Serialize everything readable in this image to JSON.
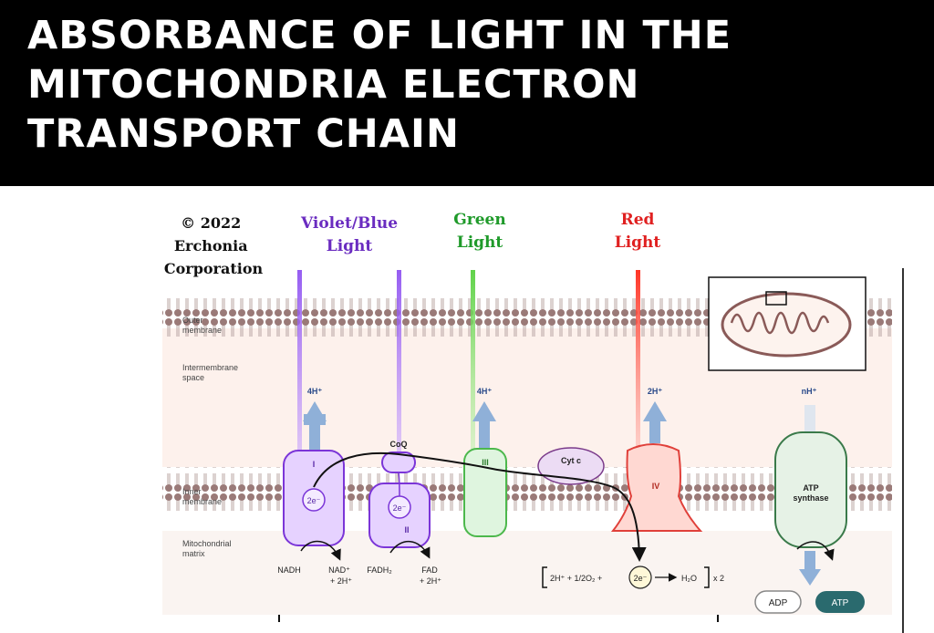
{
  "title": "ABSORBANCE OF LIGHT IN THE MITOCHONDRIA ELECTRON TRANSPORT CHAIN",
  "copyright": [
    "© 2022",
    "Erchonia",
    "Corporation"
  ],
  "lights": [
    {
      "lines": [
        "Violet/Blue",
        "Light"
      ],
      "color": "#6a2cc0"
    },
    {
      "lines": [
        "Green",
        "Light"
      ],
      "color": "#1f9a2a"
    },
    {
      "lines": [
        "Red",
        "Light"
      ],
      "color": "#e02020"
    }
  ],
  "regions": {
    "outer_membrane": [
      "Outer",
      "membrane"
    ],
    "intermembrane": [
      "Intermembrane",
      "space"
    ],
    "inner_membrane": [
      "Inner",
      "membrane"
    ],
    "matrix": [
      "Mitochondrial",
      "matrix"
    ]
  },
  "protons": {
    "c1": "4H⁺",
    "c3": "4H⁺",
    "c4": "2H⁺",
    "atp": "nH⁺"
  },
  "complexes": {
    "c1": "I",
    "coq": "CoQ",
    "c2": "II",
    "c3": "III",
    "cytc": "Cyt c",
    "c4": "IV",
    "atp_synthase": [
      "ATP",
      "synthase"
    ],
    "electron": "2e⁻"
  },
  "substrates": {
    "nadh": "NADH",
    "nad": "NAD⁺",
    "nad_h": "+ 2H⁺",
    "fadh2": "FADH₂",
    "fad": "FAD",
    "fad_h": "+ 2H⁺"
  },
  "reaction": {
    "left": "2H⁺ + 1/2O₂ +",
    "e": "2e⁻",
    "right": "H₂O",
    "times": "x 2"
  },
  "adp": "ADP",
  "atp": "ATP",
  "colors": {
    "complex_fill": "#e6d2ff",
    "complex_stroke": "#7b35d8",
    "green": "#4cb84c",
    "red": "#e0403a",
    "arrow_blue": "#8fb0d8",
    "bead": "#9a7a78"
  }
}
